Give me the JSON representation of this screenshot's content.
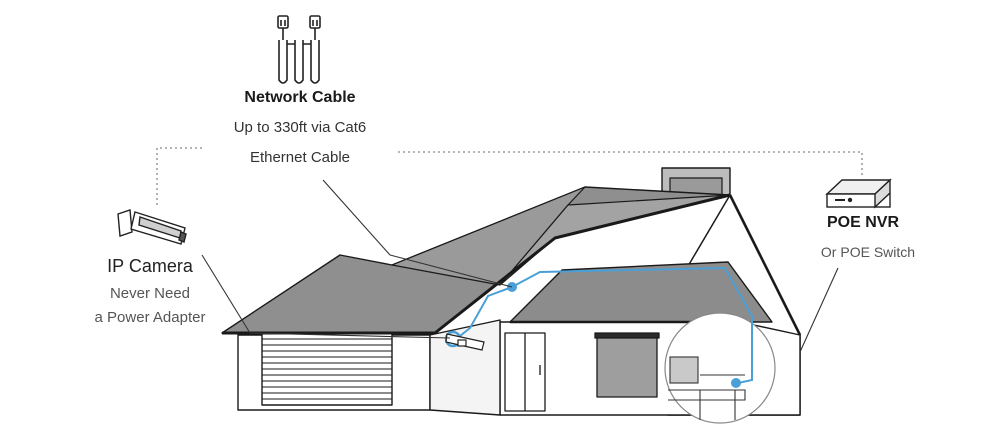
{
  "network_cable": {
    "title": "Network Cable",
    "line1": "Up to 330ft via Cat6",
    "line2": "Ethernet Cable"
  },
  "ip_camera": {
    "title": "IP Camera",
    "line1": "Never Need",
    "line2": "a Power Adapter"
  },
  "poe_nvr": {
    "title": "POE NVR",
    "line1": "Or POE Switch"
  },
  "colors": {
    "cable": "#4a9fd6",
    "roof": "#8c8c8c",
    "outline": "#1a1a1a"
  },
  "icons": [
    "ethernet-cable-icon",
    "ip-camera-icon",
    "nvr-recorder-icon"
  ]
}
